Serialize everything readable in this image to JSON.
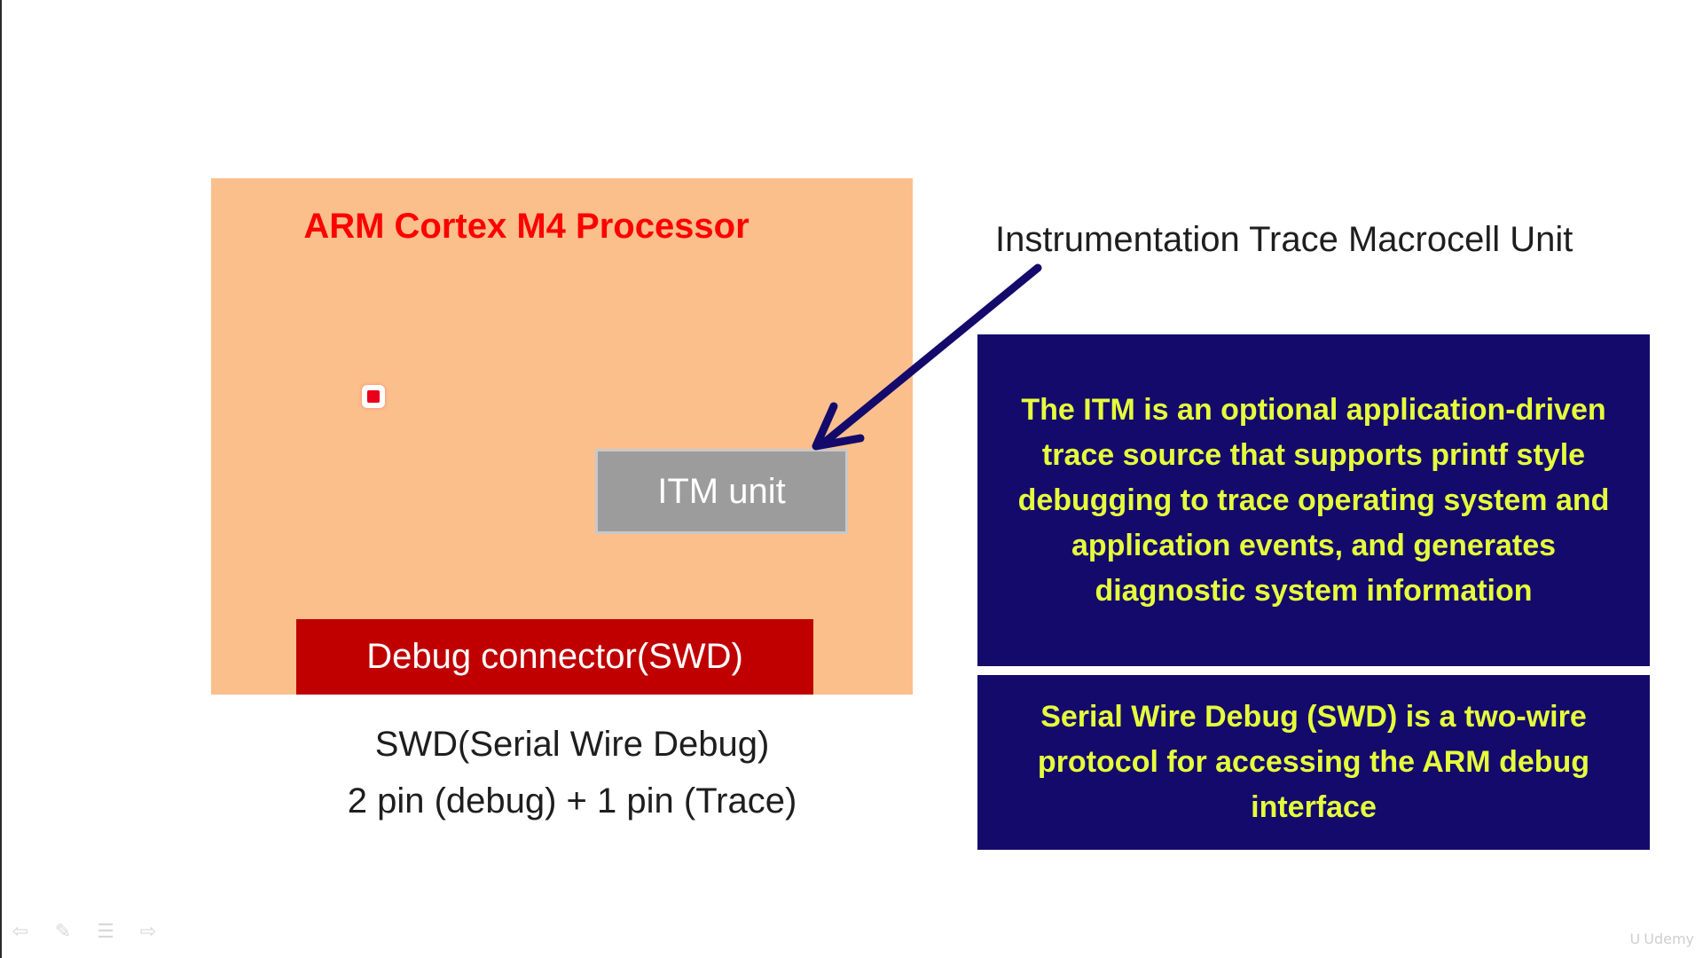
{
  "processor": {
    "title": "ARM Cortex M4 Processor"
  },
  "itm_unit": {
    "label": "ITM unit"
  },
  "debug_connector": {
    "label": "Debug connector(SWD)"
  },
  "swd_caption": {
    "line1": "SWD(Serial Wire Debug)",
    "line2": "2 pin (debug) + 1 pin (Trace)"
  },
  "itm_label": "Instrumentation Trace Macrocell Unit",
  "itm_description": "The ITM is an optional application-driven trace source that supports printf style debugging  to trace operating system and application  events, and generates diagnostic  system information",
  "swd_description": "Serial Wire Debug (SWD) is a two-wire protocol for accessing the ARM debug interface",
  "toolbar": {
    "icons": [
      "arrow-left-icon",
      "pen-icon",
      "menu-icon",
      "arrow-right-icon"
    ]
  },
  "watermark": {
    "brand": "Udemy"
  },
  "colors": {
    "processor_bg": "#fbbf8c",
    "title_red": "#ff0000",
    "connector_red": "#c00000",
    "itm_gray": "#9c9c9c",
    "info_bg": "#140a6b",
    "info_text": "#e6ff3b",
    "arrow": "#140a6b"
  }
}
